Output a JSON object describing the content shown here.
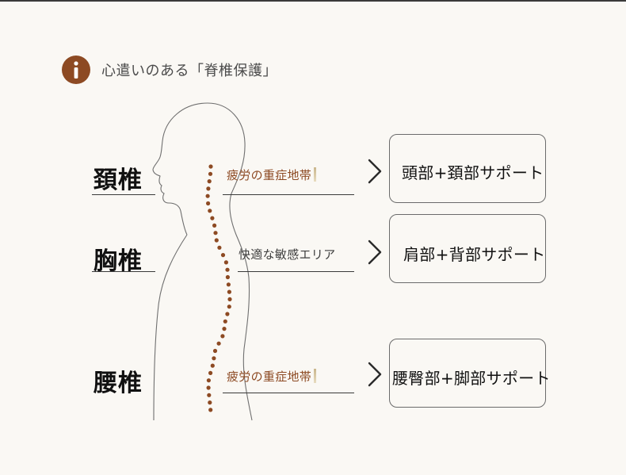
{
  "header": {
    "icon": "info-icon",
    "title": "心遣いのある「脊椎保護」"
  },
  "colors": {
    "accent": "#8d4a23",
    "background": "#faf8f4",
    "spine_dots": "#8d4a23"
  },
  "sections": [
    {
      "region": "頚椎",
      "note": "疲労の重症地帯",
      "support": "頭部+頚部サポート"
    },
    {
      "region": "胸椎",
      "note": "快適な敏感エリア",
      "support": "肩部+背部サポート"
    },
    {
      "region": "腰椎",
      "note": "疲労の重症地帯",
      "support": "腰臀部+脚部サポート"
    }
  ]
}
